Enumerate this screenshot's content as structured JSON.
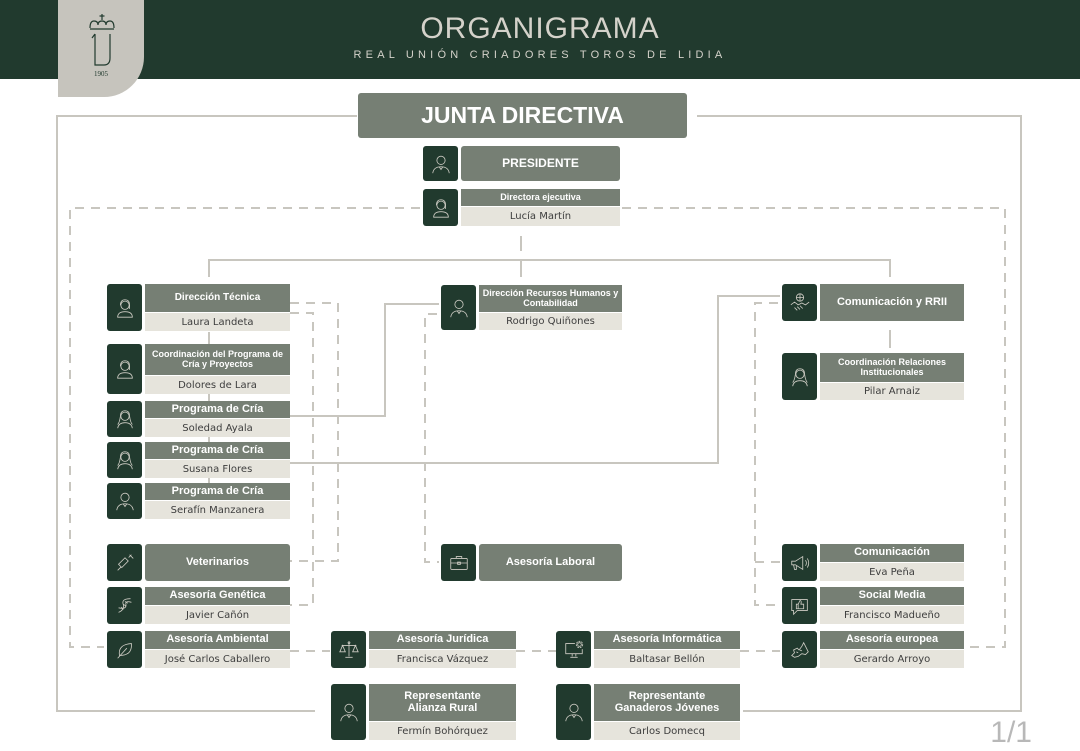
{
  "header": {
    "title": "ORGANIGRAMA",
    "subtitle": "REAL UNIÓN CRIADORES TOROS DE LIDIA",
    "logo_year": "1905",
    "logo_icon": "crown-monogram-icon"
  },
  "colors": {
    "header_bg": "#213a2e",
    "logo_bg": "#c6c4bd",
    "role_bg": "#767f74",
    "name_bg": "#e6e4dc",
    "icon_bg": "#213a2e",
    "line": "#c8c6bf"
  },
  "junta": {
    "label": "JUNTA DIRECTIVA"
  },
  "nodes": {
    "presidente": {
      "role": "PRESIDENTE",
      "icon": "man-icon"
    },
    "directora": {
      "role": "Directora ejecutiva",
      "name": "Lucía Martín",
      "icon": "woman-icon"
    },
    "dir_tecnica": {
      "role": "Dirección Técnica",
      "name": "Laura Landeta",
      "icon": "woman-icon"
    },
    "coord_programa": {
      "role": "Coordinación del Programa de Cría y Proyectos",
      "name": "Dolores de Lara",
      "icon": "woman-icon"
    },
    "programa1": {
      "role": "Programa de Cría",
      "name": "Soledad Ayala",
      "icon": "woman-icon"
    },
    "programa2": {
      "role": "Programa de Cría",
      "name": "Susana Flores",
      "icon": "woman-icon"
    },
    "programa3": {
      "role": "Programa de Cría",
      "name": "Serafín Manzanera",
      "icon": "man-icon"
    },
    "veterinarios": {
      "role": "Veterinarios",
      "icon": "syringe-icon"
    },
    "genetica": {
      "role": "Asesoría Genética",
      "name": "Javier Cañón",
      "icon": "dna-icon"
    },
    "ambiental": {
      "role": "Asesoría Ambiental",
      "name": "José Carlos Caballero",
      "icon": "leaf-icon"
    },
    "rrhh": {
      "role": "Dirección Recursos Humanos y Contabilidad",
      "name": "Rodrigo Quiñones",
      "icon": "man-icon"
    },
    "laboral": {
      "role": "Asesoría Laboral",
      "icon": "briefcase-icon"
    },
    "juridica": {
      "role": "Asesoría Jurídica",
      "name": "Francisca Vázquez",
      "icon": "scales-icon"
    },
    "informatica": {
      "role": "Asesoría Informática",
      "name": "Baltasar Bellón",
      "icon": "computer-gear-icon"
    },
    "comunicacion_rrii": {
      "role": "Comunicación y RRII",
      "icon": "handshake-globe-icon"
    },
    "coord_relaciones": {
      "role": "Coordinación Relaciones Institucionales",
      "name": "Pilar Arnaiz",
      "icon": "woman-icon"
    },
    "comunicacion": {
      "role": "Comunicación",
      "name": "Eva Peña",
      "icon": "megaphone-icon"
    },
    "social_media": {
      "role": "Social Media",
      "name": "Francisco Madueño",
      "icon": "thumbs-up-icon"
    },
    "europea": {
      "role": "Asesoría europea",
      "name": "Gerardo Arroyo",
      "icon": "europe-map-icon"
    },
    "alianza_rural": {
      "role": "Representante Alianza Rural",
      "name": "Fermín Bohórquez",
      "icon": "man-icon"
    },
    "ganaderos_jovenes": {
      "role": "Representante Ganaderos Jóvenes",
      "name": "Carlos Domecq",
      "icon": "man-icon"
    }
  },
  "page": {
    "indicator": "1/1"
  }
}
